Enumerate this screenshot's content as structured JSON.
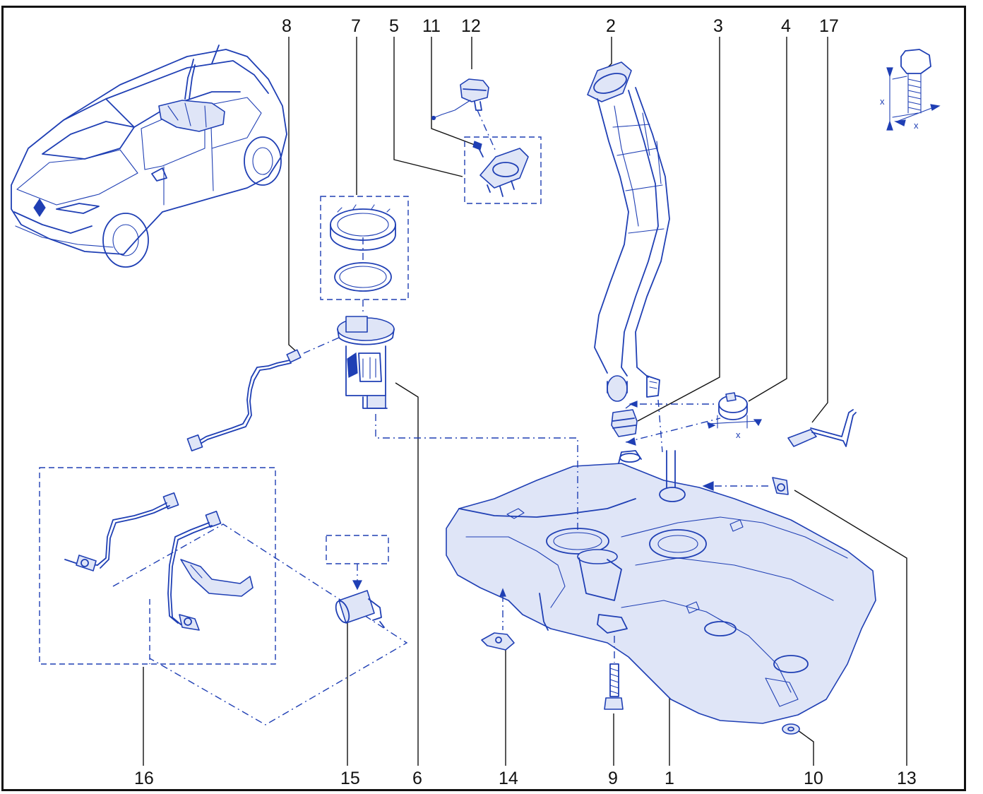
{
  "callouts": {
    "c1": "1",
    "c2": "2",
    "c3": "3",
    "c4": "4",
    "c5": "5",
    "c6": "6",
    "c7": "7",
    "c8": "8",
    "c9": "9",
    "c10": "10",
    "c11": "11",
    "c12": "12",
    "c13": "13",
    "c14": "14",
    "c15": "15",
    "c16": "16",
    "c17": "17"
  },
  "dimension_labels": {
    "clamp_x": "x",
    "bolt_x_vertical": "x",
    "bolt_x_horizontal": "x"
  },
  "colors": {
    "line_art": "#1f3fb4",
    "text": "#111111",
    "frame": "#111111"
  }
}
